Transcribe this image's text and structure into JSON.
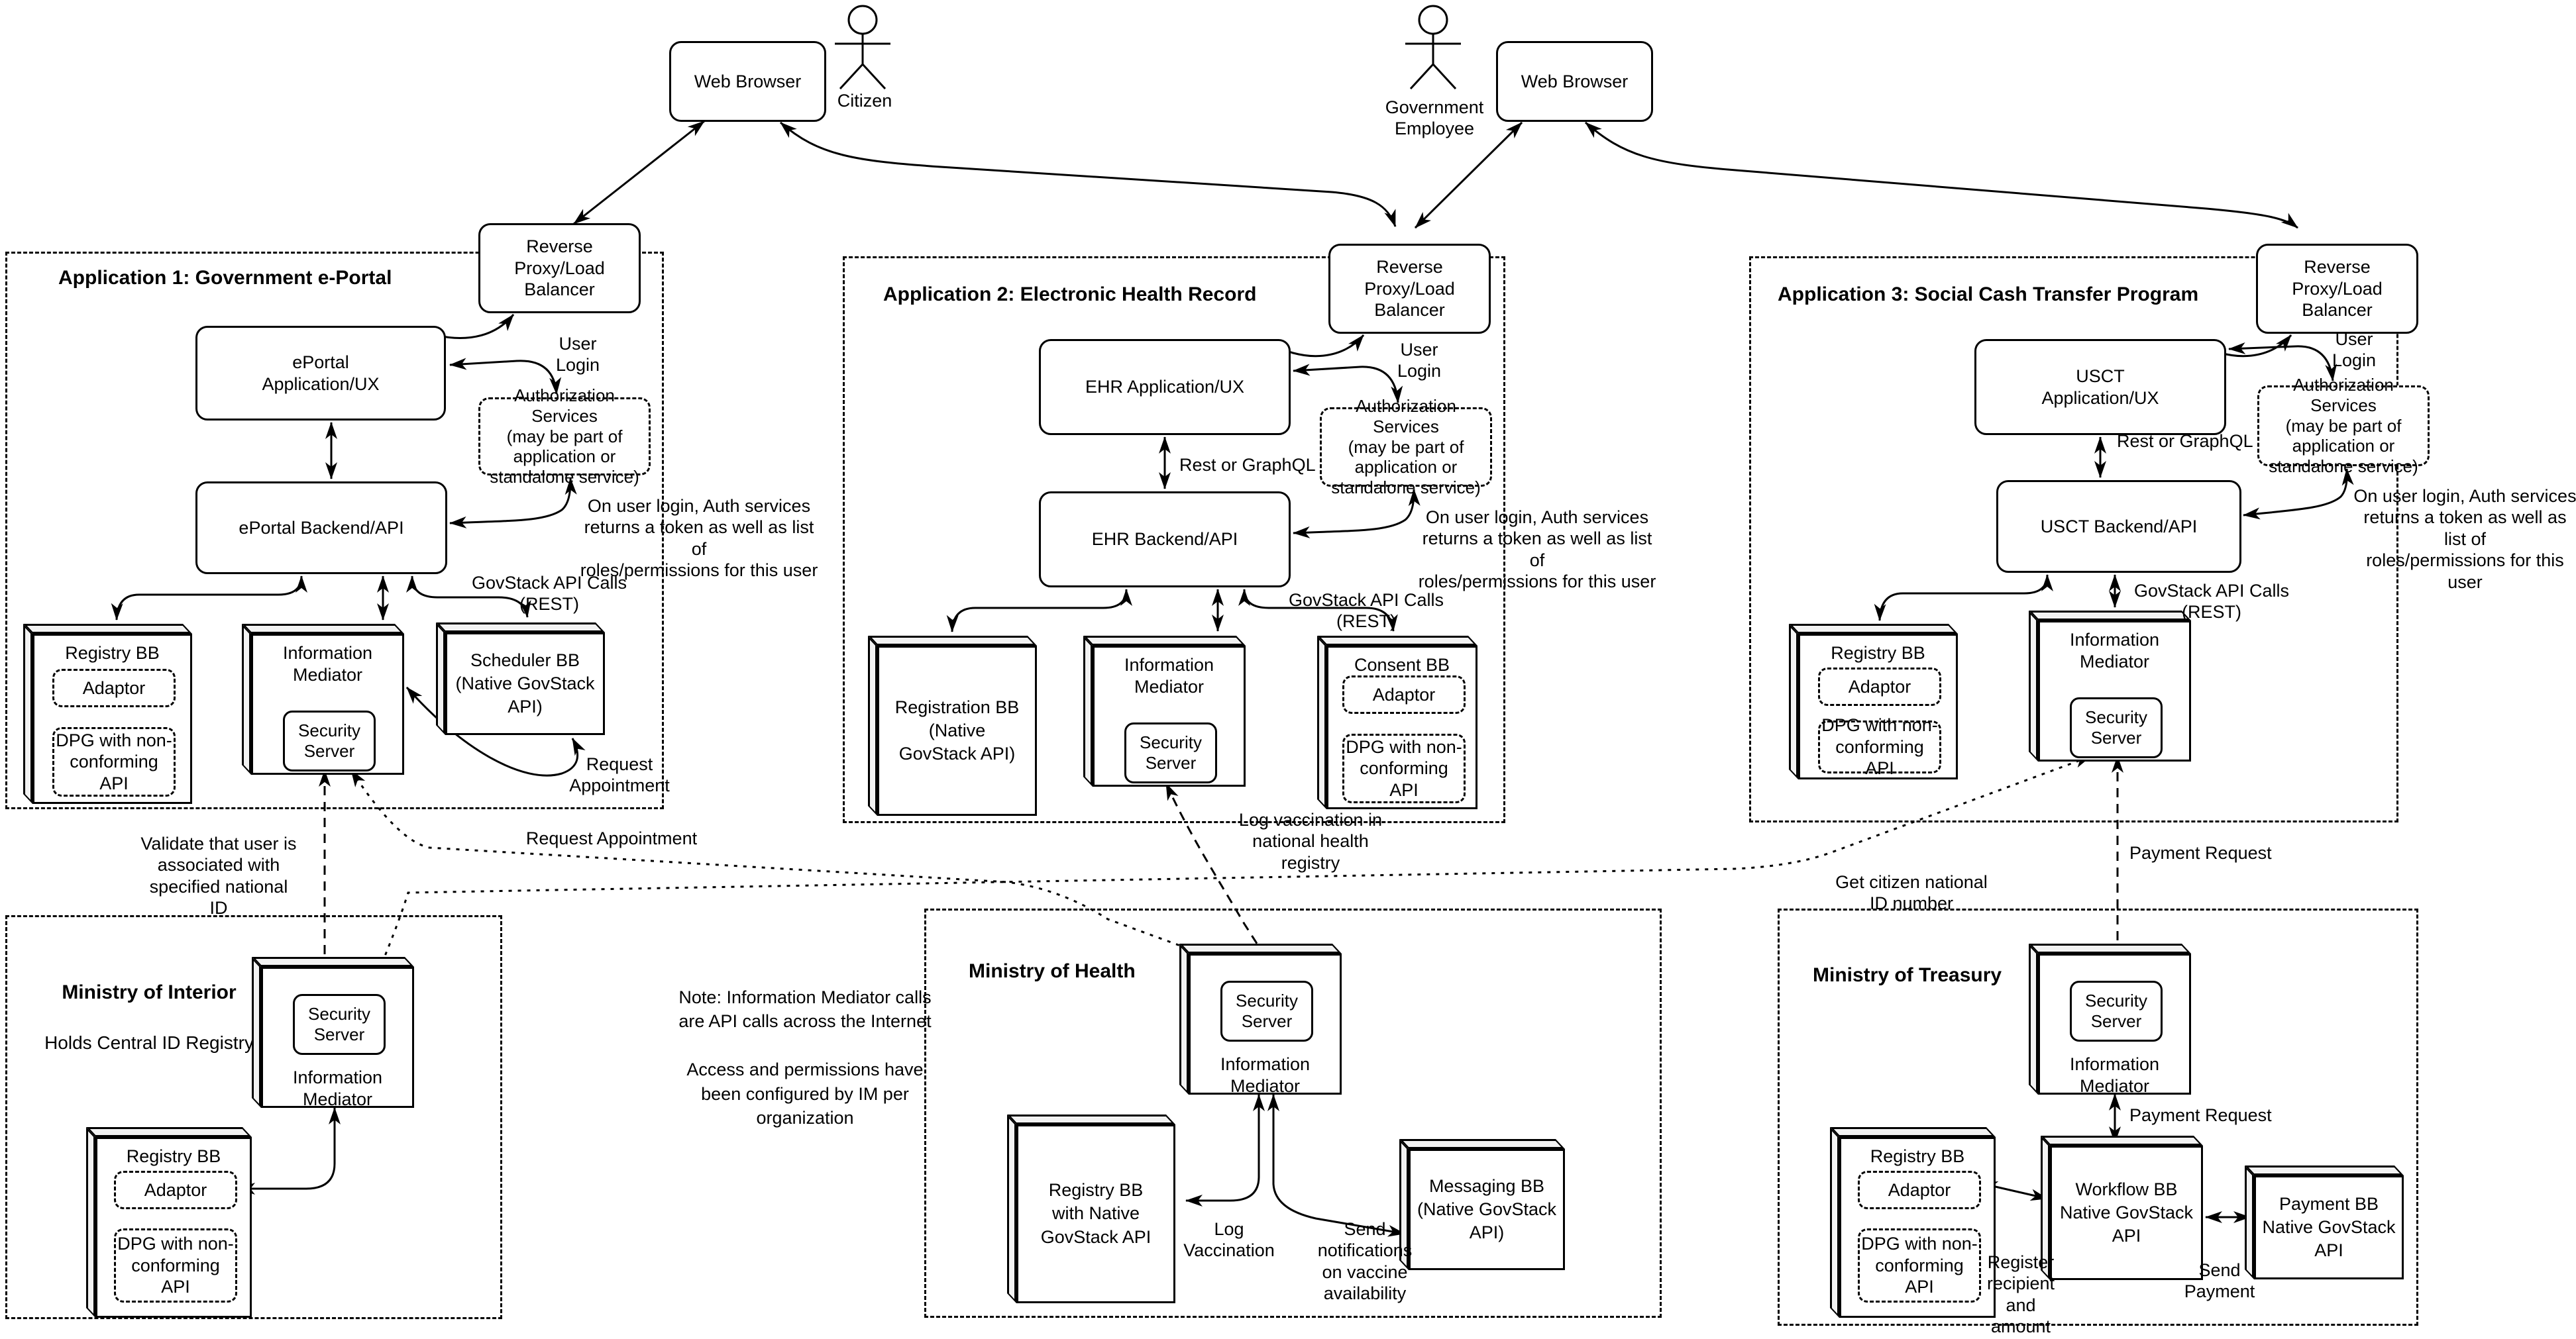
{
  "top": {
    "web_browser_left": "Web Browser",
    "web_browser_right": "Web Browser",
    "citizen": "Citizen",
    "gov_employee": "Government\nEmployee"
  },
  "shared": {
    "reverse_proxy": "Reverse\nProxy/Load\nBalancer",
    "user_login": "User\nLogin",
    "auth_services": "Authorization Services\n(may be part of\napplication or\nstandalone service)",
    "auth_note": "On user login, Auth services\nreturns a token as well as list of\nroles/permissions for this user",
    "govstack_calls": "GovStack API Calls\n(REST)",
    "rest_or_graphql": "Rest or GraphQL",
    "registry_bb": "Registry BB",
    "adaptor": "Adaptor",
    "dpg": "DPG with non-\nconforming API",
    "information_mediator": "Information\nMediator",
    "security_server": "Security\nServer"
  },
  "app1": {
    "title": "Application 1: Government e-Portal",
    "app_ux": "ePortal\nApplication/UX",
    "backend": "ePortal Backend/API",
    "scheduler": "Scheduler BB\n(Native GovStack\nAPI)",
    "request_appointment": "Request\nAppointment"
  },
  "app2": {
    "title": "Application 2: Electronic Health Record",
    "app_ux": "EHR Application/UX",
    "backend": "EHR Backend/API",
    "registration": "Registration BB\n(Native\nGovStack API)",
    "consent": "Consent BB"
  },
  "app3": {
    "title": "Application 3: Social Cash Transfer Program",
    "app_ux": "USCT\nApplication/UX",
    "backend": "USCT Backend/API"
  },
  "links": {
    "validate": "Validate that user is\nassociated with\nspecified national ID",
    "request_appointment": "Request Appointment",
    "log_vaccination": "Log vaccination in\nnational health\nregistry",
    "get_citizen_id": "Get citizen national\nID number",
    "payment_request": "Payment Request"
  },
  "moi": {
    "title": "Ministry of Interior",
    "subtitle": "Holds Central ID Registry"
  },
  "moh": {
    "title": "Ministry of Health",
    "registry": "Registry BB\nwith Native\nGovStack API",
    "messaging": "Messaging BB\n(Native GovStack\nAPI)",
    "log_vaccination": "Log\nVaccination",
    "send_notifications": "Send\nnotifications\non vaccine\navailability"
  },
  "mot": {
    "title": "Ministry of Treasury",
    "workflow": "Workflow BB\nNative GovStack\nAPI",
    "payment": "Payment BB\nNative GovStack\nAPI",
    "register_recipient": "Register\nrecipient\nand\namount",
    "send_payment": "Send\nPayment"
  },
  "note": {
    "text": "Note: Information Mediator calls\nare API calls across the Internet\n\nAccess and permissions have\nbeen configured by IM per\norganization"
  },
  "colors": {
    "stroke": "#000000",
    "face_fill": "#f2f2f2",
    "background": "#ffffff"
  }
}
